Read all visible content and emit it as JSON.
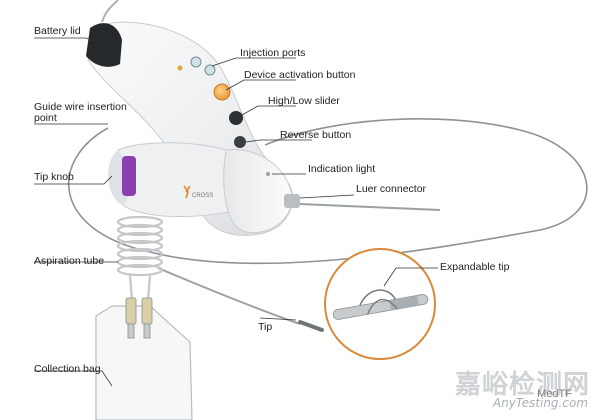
{
  "labels": {
    "battery_lid": "Battery lid",
    "injection_ports": "Injection ports",
    "device_activation_button": "Device activation button",
    "high_low_slider": "High/Low slider",
    "guide_wire_insertion_point": "Guide wire insertion point",
    "reverse_button": "Reverse button",
    "tip_knob": "Tip knob",
    "indication_light": "Indication light",
    "luer_connector": "Luer connector",
    "expandable_tip": "Expandable tip",
    "aspiration_tube": "Aspiration tube",
    "tip": "Tip",
    "collection_bag": "Collection bag"
  },
  "device_logo_text": "CROSS",
  "watermark": {
    "chinese": "嘉峪检测网",
    "url": "AnyTesting.com",
    "credit": "MedTF"
  },
  "colors": {
    "body": "#f2f3f4",
    "purple_accent": "#8a3fb0",
    "activation_button": "#f2a33a",
    "inset_circle": "#d98a3a",
    "leader_line": "#333333"
  }
}
